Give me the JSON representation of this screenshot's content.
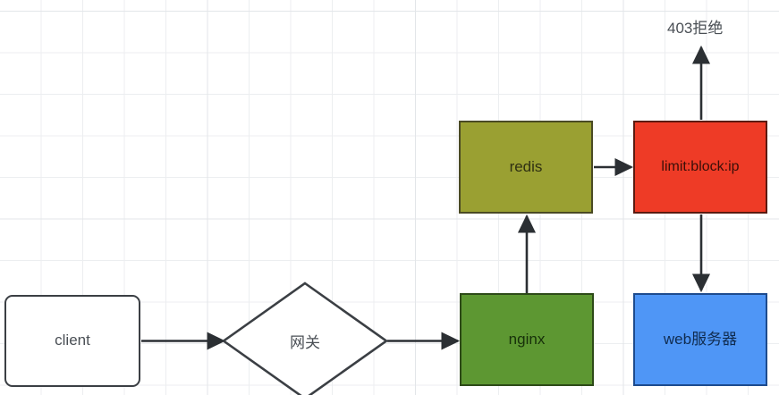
{
  "diagram": {
    "title": "nginx redis rate limiting flow",
    "background": {
      "grid_color": "#eceef0",
      "grid_major_color": "#e3e6e9",
      "page_color": "#ffffff"
    },
    "nodes": [
      {
        "id": "client",
        "label": "client",
        "shape": "rounded-rect",
        "fill": "#ffffff",
        "stroke": "#3b3f44",
        "text_color": "#4a4f55"
      },
      {
        "id": "gateway",
        "label": "网关",
        "shape": "diamond",
        "fill": "#ffffff",
        "stroke": "#3b3f44",
        "text_color": "#4a4f55"
      },
      {
        "id": "nginx",
        "label": "nginx",
        "shape": "rect",
        "fill": "#5d9732",
        "stroke": "#2d4a18",
        "text_color": "#17300a"
      },
      {
        "id": "redis",
        "label": "redis",
        "shape": "rect",
        "fill": "#9aa032",
        "stroke": "#4a4a24",
        "text_color": "#2f3012"
      },
      {
        "id": "limit-block-ip",
        "label": "limit:block:ip",
        "shape": "rect",
        "fill": "#ee3b26",
        "stroke": "#5b1a10",
        "text_color": "#3a0f08"
      },
      {
        "id": "web-server",
        "label": "web服务器",
        "shape": "rect",
        "fill": "#4f96f6",
        "stroke": "#1d4b8e",
        "text_color": "#102c50"
      }
    ],
    "edges": [
      {
        "id": "client-to-gateway",
        "from": "client",
        "to": "gateway",
        "label": "",
        "direction": "right"
      },
      {
        "id": "gateway-to-nginx",
        "from": "gateway",
        "to": "nginx",
        "label": "",
        "direction": "right"
      },
      {
        "id": "nginx-to-redis",
        "from": "nginx",
        "to": "redis",
        "label": "",
        "direction": "up"
      },
      {
        "id": "redis-to-limit",
        "from": "redis",
        "to": "limit-block-ip",
        "label": "",
        "direction": "right"
      },
      {
        "id": "limit-to-reject",
        "from": "limit-block-ip",
        "to": "reject",
        "label": "403拒绝",
        "direction": "up"
      },
      {
        "id": "limit-to-web",
        "from": "limit-block-ip",
        "to": "web-server",
        "label": "",
        "direction": "down"
      }
    ],
    "labels": {
      "reject": "403拒绝"
    },
    "arrow_color": "#2b2f33"
  }
}
